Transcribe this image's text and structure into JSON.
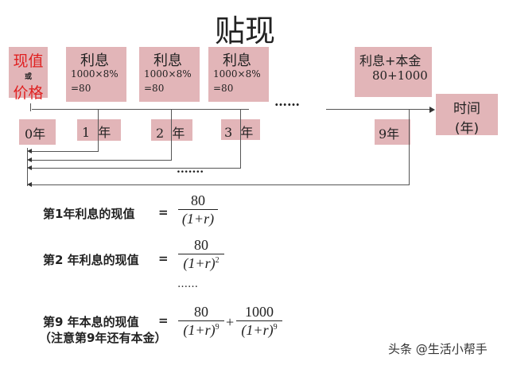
{
  "title": "贴现",
  "present": {
    "line1": "现值",
    "mid": "或",
    "line2": "价格"
  },
  "interest_boxes": [
    {
      "title": "利息",
      "formula": "1000×8%",
      "result": "=80"
    },
    {
      "title": "利息",
      "formula": "1000×8%",
      "result": "=80"
    },
    {
      "title": "利息",
      "formula": "1000×8%",
      "result": "=80"
    }
  ],
  "final_box": {
    "title": "利息+本金",
    "value": "80+1000"
  },
  "time_box": {
    "line1": "时间",
    "line2": "(年)"
  },
  "years": [
    "0年",
    "1  年",
    "2  年",
    "3  年",
    "9年"
  ],
  "ellipsis_top": "……",
  "ellipsis_arrows": ".......",
  "formulas": [
    {
      "label": "第1年利息的现值",
      "eq": "=",
      "num": "80",
      "den": "(1+r)",
      "exp": ""
    },
    {
      "label": "第2 年利息的现值",
      "eq": "=",
      "num": "80",
      "den": "(1+r)",
      "exp": "2"
    }
  ],
  "ellipsis_formula": "……",
  "final_formula": {
    "label": "第9 年本息的现值",
    "note": "（注意第9年还有本金）",
    "eq": "=",
    "num1": "80",
    "den1": "(1+r)",
    "exp1": "9",
    "plus": "+",
    "num2": "1000",
    "den2": "(1+r)",
    "exp2": "9"
  },
  "watermark": "头条 @生活小帮手"
}
